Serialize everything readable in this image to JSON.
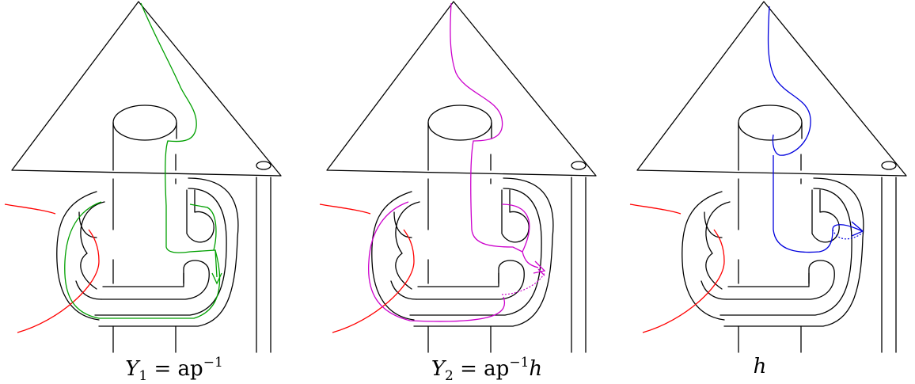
{
  "panels": [
    {
      "id": "panel-1",
      "label_main": "Y",
      "label_sub": "1",
      "label_rest": " = ap",
      "label_sup": "−1",
      "label_tail": "",
      "curve_color": "#00a000"
    },
    {
      "id": "panel-2",
      "label_main": "Y",
      "label_sub": "2",
      "label_rest": " = ap",
      "label_sup": "−1",
      "label_tail": "h",
      "curve_color": "#cc00cc"
    },
    {
      "id": "panel-3",
      "label_main": "h",
      "label_sub": "",
      "label_rest": "",
      "label_sup": "",
      "label_tail": "",
      "curve_color": "#0000dd"
    }
  ],
  "colors": {
    "knot": "#000000",
    "arc": "#ff0000"
  }
}
